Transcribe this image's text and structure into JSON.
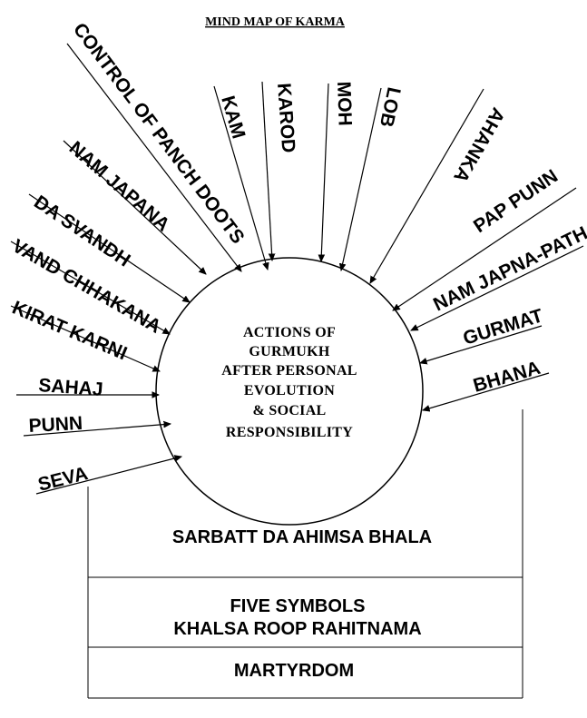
{
  "title": "MIND MAP OF KARMA",
  "center": {
    "lines": [
      "ACTIONS OF",
      "GURMUKH",
      "AFTER PERSONAL",
      "EVOLUTION",
      "& SOCIAL",
      "RESPONSIBILITY"
    ]
  },
  "spokes": [
    {
      "id": "control-of-panch-doots",
      "label": "CONTROL OF PANCH DOOTS"
    },
    {
      "id": "kam",
      "label": "KAM"
    },
    {
      "id": "karod",
      "label": "KAROD"
    },
    {
      "id": "moh",
      "label": "MOH"
    },
    {
      "id": "lob",
      "label": "LOB"
    },
    {
      "id": "ahanka",
      "label": "AHANKA"
    },
    {
      "id": "pap-punn",
      "label": "PAP PUNN"
    },
    {
      "id": "nam-japna-path",
      "label": "NAM JAPNA-PATH"
    },
    {
      "id": "gurmat",
      "label": "GURMAT"
    },
    {
      "id": "bhana",
      "label": "BHANA"
    },
    {
      "id": "nam-japana",
      "label": "NAM JAPANA"
    },
    {
      "id": "da-svandh",
      "label": "DA SVANDH"
    },
    {
      "id": "vand-chhakana",
      "label": "VAND CHHAKANA"
    },
    {
      "id": "kirat-karni",
      "label": "KIRAT KARNI"
    },
    {
      "id": "sahaj",
      "label": "SAHAJ"
    },
    {
      "id": "punn",
      "label": "PUNN"
    },
    {
      "id": "seva",
      "label": "SEVA"
    }
  ],
  "boxes": [
    {
      "label": "SARBATT DA AHIMSA BHALA"
    },
    {
      "line1": "FIVE SYMBOLS",
      "line2": "KHALSA ROOP RAHITNAMA"
    },
    {
      "label": "MARTYRDOM"
    }
  ]
}
